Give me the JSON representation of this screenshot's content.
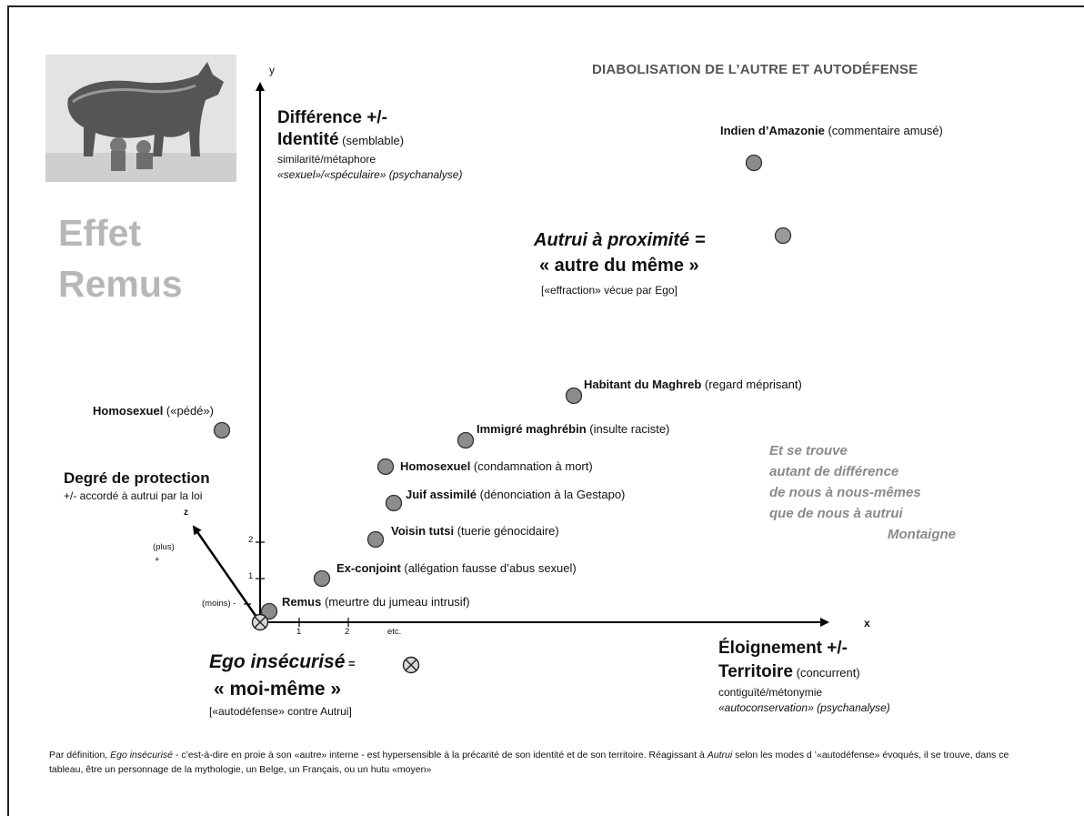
{
  "title": "DIABOLISATION DE L’AUTRE ET AUTODÉFENSE",
  "effet": {
    "line1": "Effet",
    "line2": "Remus"
  },
  "y_axis": {
    "letter": "y",
    "title_line1": "Différence +/-",
    "title_line2": "Identité",
    "title_line2_note": " (semblable)",
    "line3": "similarité/métaphore",
    "line4": "«sexuel»/«spéculaire» (psychanalyse)"
  },
  "x_axis": {
    "letter": "x",
    "title_line1": "Éloignement +/-",
    "title_line2": "Territoire",
    "title_line2_note": " (concurrent)",
    "line3": "contiguïté/métonymie",
    "line4": "«autoconservation» (psychanalyse)"
  },
  "z_axis": {
    "letter": "z",
    "title": "Degré de protection",
    "sub": "+/- accordé à autrui par la loi",
    "plus_label": "(plus)",
    "plus_sign": "+",
    "moins_label": "(moins) -"
  },
  "ticks": {
    "x": [
      "1",
      "2",
      "etc."
    ],
    "y": [
      "1",
      "2"
    ]
  },
  "points": [
    {
      "name": "Indien d’Amazonie",
      "note": " (commentaire amusé)"
    },
    {
      "name": "Habitant du Maghreb",
      "note": "  (regard méprisant)"
    },
    {
      "name": "Immigré maghrébin",
      "note": " (insulte raciste)"
    },
    {
      "name": "Homosexuel",
      "note": " (condamnation à mort)"
    },
    {
      "name": "Juif assimilé",
      "note": " (dénonciation à la Gestapo)"
    },
    {
      "name": "Voisin tutsi",
      "note": "  (tuerie génocidaire)"
    },
    {
      "name": "Ex-conjoint",
      "note": "  (allégation fausse d’abus sexuel)"
    },
    {
      "name": "Remus",
      "note": " (meurtre du jumeau intrusif)"
    },
    {
      "name": "Homosexuel",
      "note": "  («pédé»)"
    }
  ],
  "autrui": {
    "title": "Autrui à proximité =",
    "line2": "« autre du même »",
    "note": "[«effraction» vécue par Ego]"
  },
  "ego": {
    "title": "Ego insécurisé",
    "equals": " =",
    "line2": "« moi-même »",
    "note": "[«autodéfense» contre Autrui]"
  },
  "montaigne": {
    "line1": "Et se trouve",
    "line2": "autant de différence",
    "line3": "de nous à nous-mêmes",
    "line4": "que de nous à autrui",
    "author": "Montaigne"
  },
  "footer": {
    "p1": "Par définition, ",
    "ego": "Ego insécurisé",
    "p2": "  - c’est-à-dire en proie à son «autre» interne -  est hypersensible à la précarité de son identité et de son territoire. Réagissant à ",
    "autrui": "Autrui",
    "p3": " selon  les modes d ’«autodéfense» évoqués, il se trouve, dans ce tableau, être un personnage de la mythologie, un Belge, un Français, ou un hutu «moyen»"
  },
  "colors": {
    "dot_fill": "#8c8c8c",
    "grey_text": "#8a8a8a",
    "effet_text": "#b7b7b7"
  }
}
